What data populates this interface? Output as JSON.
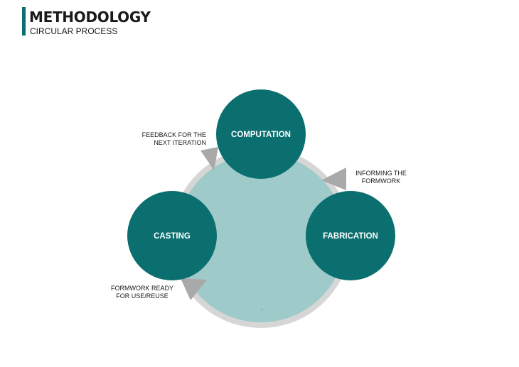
{
  "header": {
    "title": "METHODOLOGY",
    "subtitle": "CIRCULAR PROCESS"
  },
  "diagram": {
    "nodes": {
      "computation": "COMPUTATION",
      "fabrication": "FABRICATION",
      "casting": "CASTING"
    },
    "edges": {
      "feedback": "FEEDBACK FOR THE\nNEXT ITERATION",
      "informing": "INFORMING THE\nFORMWORK",
      "formwork_ready": "FORMWORK READY\nFOR USE/REUSE"
    },
    "center_mark": "-"
  },
  "colors": {
    "accent": "#0b6f6f",
    "node": "#0b6f6f",
    "center_fill": "#9ecaca",
    "ring": "#d6d6d6",
    "arrow": "#a9a9a9"
  }
}
